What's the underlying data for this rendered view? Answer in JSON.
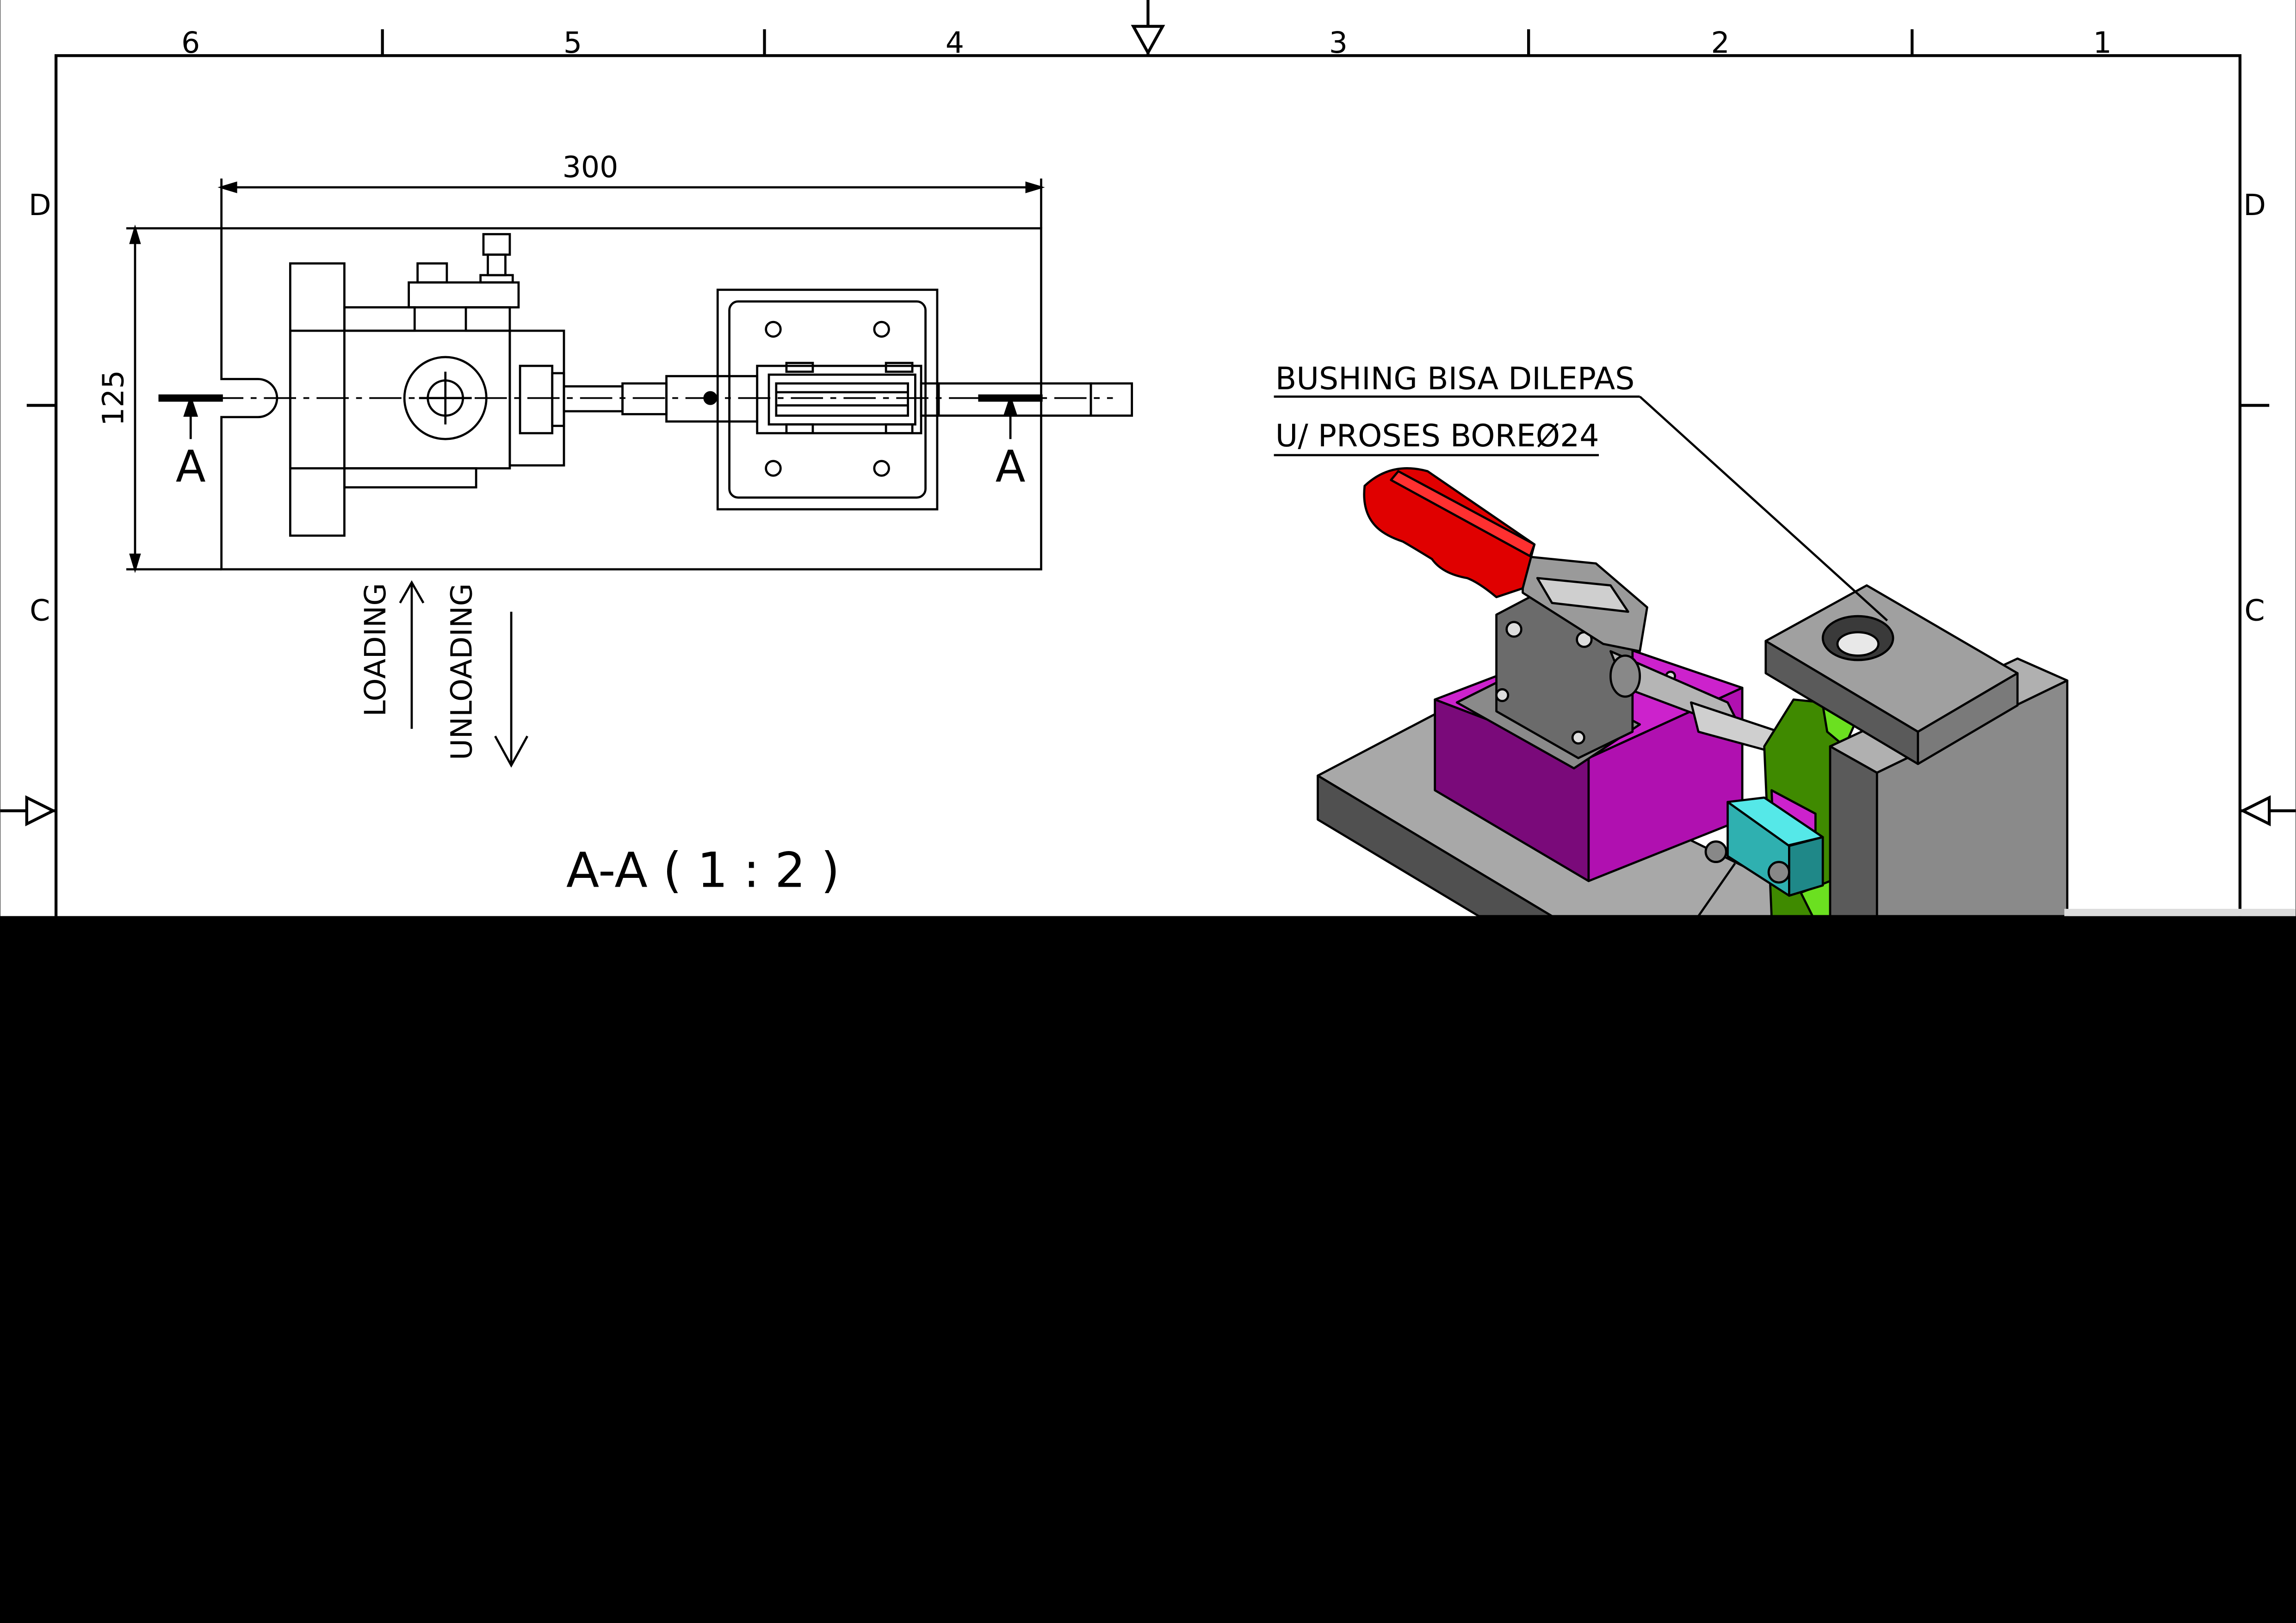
{
  "frame": {
    "zone_columns": [
      "6",
      "5",
      "4",
      "3",
      "2",
      "1"
    ],
    "zone_rows_left": [
      "D",
      "C"
    ],
    "zone_rows_right": [
      "D",
      "C"
    ]
  },
  "section_view": {
    "dim_width": "300",
    "dim_height": "125",
    "section_mark_left": "A",
    "section_mark_right": "A",
    "loading_label": "LOADING",
    "unloading_label": "UNLOADING",
    "view_title": "A-A ( 1 : 2 )"
  },
  "isometric_view": {
    "note_line_1": "BUSHING BISA DILEPAS",
    "note_line_2": "U/ PROSES BOREØ24"
  },
  "colors": {
    "clamp_handle": "#e00000",
    "clamp_body": "#7a7a7a",
    "support_block": "#b000b0",
    "base_plate": "#a6a6a6",
    "locator": "#2fd0d0",
    "fixture_plate": "#55cc00",
    "column_block": "#8a8a8a"
  }
}
